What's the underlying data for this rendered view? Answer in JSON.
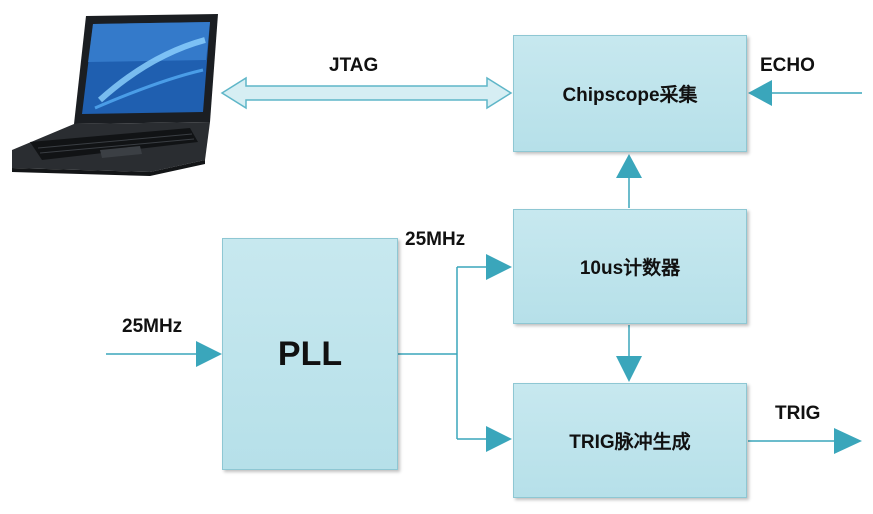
{
  "blocks": {
    "chipscope": "Chipscope采集",
    "counter": "10us计数器",
    "pll": "PLL",
    "trig_gen": "TRIG脉冲生成"
  },
  "signals": {
    "jtag": "JTAG",
    "echo": "ECHO",
    "clk_in": "25MHz",
    "clk_out": "25MHz",
    "trig": "TRIG"
  },
  "colors": {
    "block_fill": "#b9e2eb",
    "arrow": "#3aa6bb",
    "jtag_arrow_fill": "#d6eef3"
  },
  "icons": {
    "computer": "laptop-icon"
  }
}
